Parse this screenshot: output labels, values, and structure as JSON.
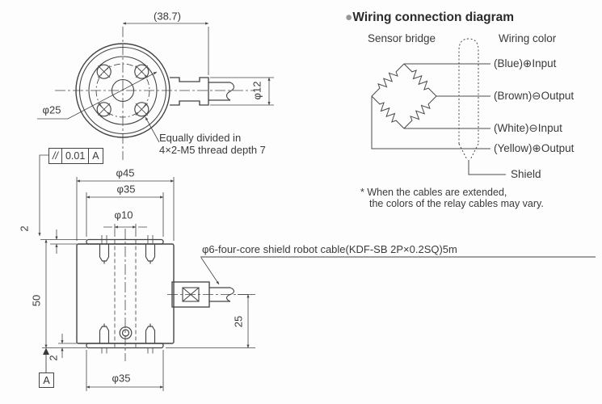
{
  "drawing": {
    "top_view": {
      "dim_width": "(38.7)",
      "dim_bolt_circle": "φ25",
      "dim_cable": "φ12",
      "thread_note_line1": "Equally divided in",
      "thread_note_line2": "4×2-M5 thread depth 7"
    },
    "tolerance_frame": {
      "symbol": "//",
      "value": "0.01",
      "datum": "A"
    },
    "side_view": {
      "dim_outer": "φ45",
      "dim_plate_top": "φ35",
      "dim_hole": "φ10",
      "dim_plate_thickness_top": "2",
      "dim_height": "50",
      "dim_plate_thickness_bottom": "2",
      "dim_cable_height": "25",
      "dim_plate_bottom": "φ35",
      "datum_label": "A"
    },
    "cable_note": "φ6-four-core shield robot cable(KDF-SB 2P×0.2SQ)5m"
  },
  "wiring": {
    "bullet": "●",
    "title": "Wiring connection diagram",
    "bridge_label": "Sensor bridge",
    "color_label": "Wiring color",
    "wires": [
      {
        "label": "(Blue)⊕Input"
      },
      {
        "label": "(Brown)⊖Output"
      },
      {
        "label": "(White)⊖Input"
      },
      {
        "label": "(Yellow)⊕Output"
      },
      {
        "label": "Shield"
      }
    ],
    "note_line1": "* When the cables are extended,",
    "note_line2": "the colors of the relay cables may vary."
  },
  "colors": {
    "line": "#444444",
    "text": "#3a3a3a",
    "bullet": "#979797",
    "background": "#fdfdfd"
  }
}
